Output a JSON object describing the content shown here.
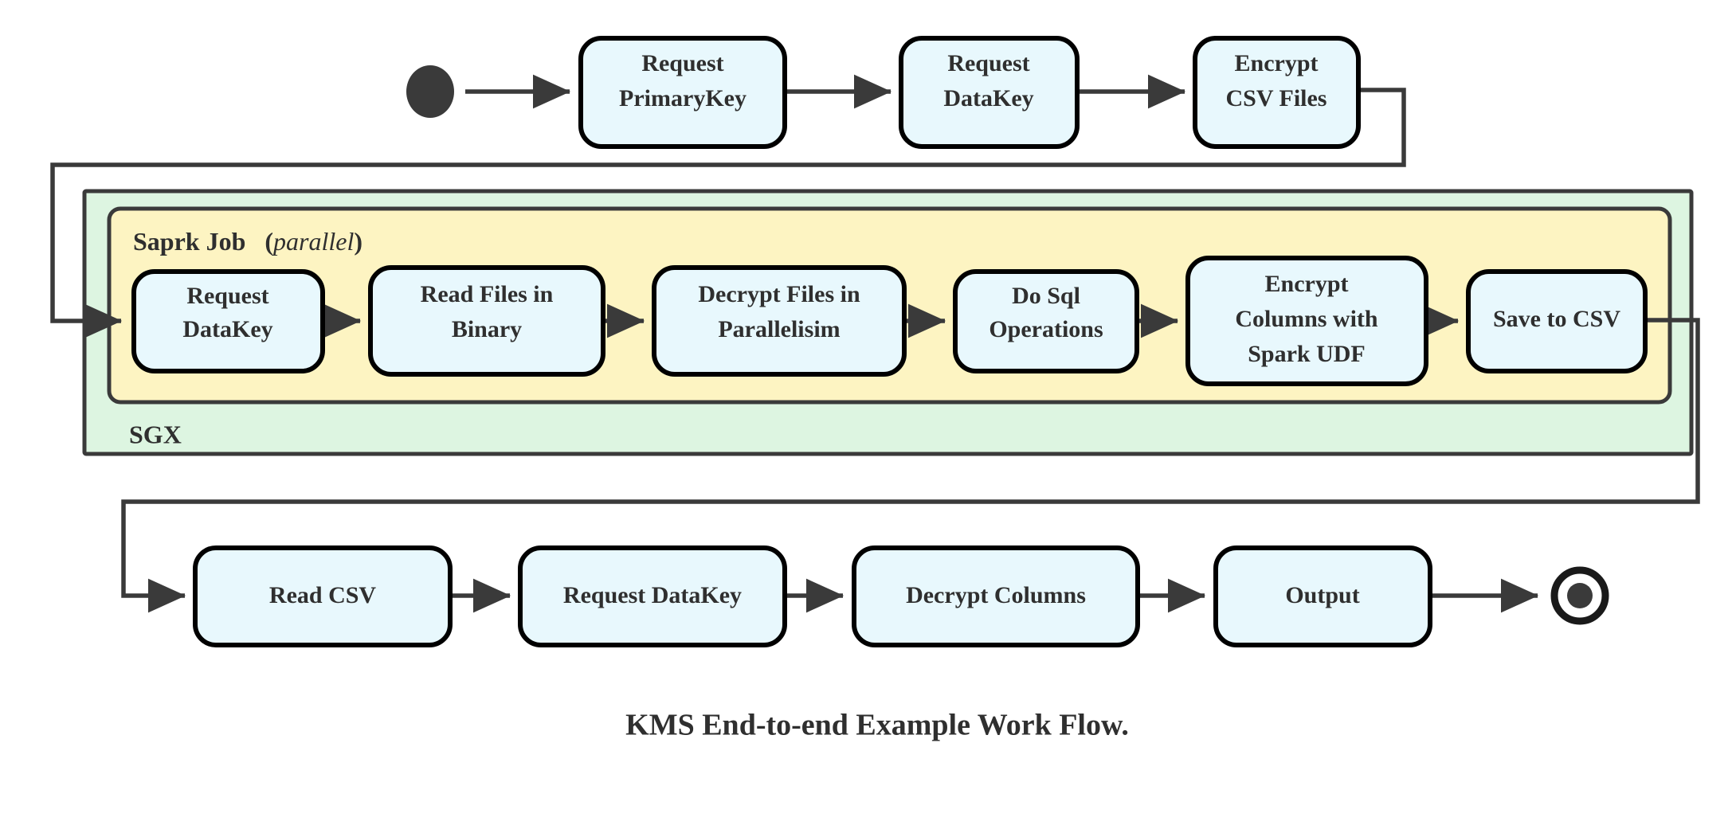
{
  "diagram": {
    "caption": "KMS End-to-end Example Work Flow.",
    "colors": {
      "node_fill": "#e8f8fd",
      "node_stroke": "#000000",
      "outer_group_fill": "#ddf5e1",
      "inner_group_fill": "#fdf4c2",
      "group_stroke": "#3a3a3a",
      "connector": "#3a3a3a",
      "text": "#2f2f2f",
      "background": "#ffffff"
    },
    "start_node": {
      "name": "start-state",
      "shape": "filled-circle"
    },
    "end_node": {
      "name": "end-state",
      "shape": "donut-circle"
    },
    "groups": [
      {
        "id": "sgx",
        "label": "SGX",
        "label_position": "bottom-left",
        "fill": "#ddf5e1"
      },
      {
        "id": "spark-job",
        "label": "Saprk Job",
        "label_suffix_open": "(",
        "label_italic": "parallel",
        "label_suffix_close": ")",
        "label_position": "top-left",
        "fill": "#fdf4c2"
      }
    ],
    "rows": [
      {
        "id": "row-top",
        "nodes": [
          {
            "id": "request-primarykey",
            "lines": [
              "Request",
              "PrimaryKey"
            ]
          },
          {
            "id": "request-datakey-top",
            "lines": [
              "Request",
              "DataKey"
            ]
          },
          {
            "id": "encrypt-csv-files",
            "lines": [
              "Encrypt",
              "CSV Files"
            ]
          }
        ]
      },
      {
        "id": "row-spark",
        "nodes": [
          {
            "id": "request-datakey-spark",
            "lines": [
              "Request",
              "DataKey"
            ]
          },
          {
            "id": "read-files-in-binary",
            "lines": [
              "Read Files in",
              "Binary"
            ]
          },
          {
            "id": "decrypt-files-in-parallelisim",
            "lines": [
              "Decrypt Files in",
              "Parallelisim"
            ]
          },
          {
            "id": "do-sql-operations",
            "lines": [
              "Do Sql",
              "Operations"
            ]
          },
          {
            "id": "encrypt-columns-with-spark-udf",
            "lines": [
              "Encrypt",
              "Columns with",
              "Spark UDF"
            ]
          },
          {
            "id": "save-to-csv",
            "lines": [
              "Save to CSV"
            ]
          }
        ]
      },
      {
        "id": "row-bottom",
        "nodes": [
          {
            "id": "read-csv",
            "lines": [
              "Read CSV"
            ]
          },
          {
            "id": "request-datakey-bottom",
            "lines": [
              "Request DataKey"
            ]
          },
          {
            "id": "decrypt-columns",
            "lines": [
              "Decrypt Columns"
            ]
          },
          {
            "id": "output",
            "lines": [
              "Output"
            ]
          }
        ]
      }
    ],
    "edges": [
      {
        "from": "start-state",
        "to": "request-primarykey",
        "type": "straight"
      },
      {
        "from": "request-primarykey",
        "to": "request-datakey-top",
        "type": "straight"
      },
      {
        "from": "request-datakey-top",
        "to": "encrypt-csv-files",
        "type": "straight"
      },
      {
        "from": "encrypt-csv-files",
        "to": "request-datakey-spark",
        "type": "orthogonal-wrap-left"
      },
      {
        "from": "request-datakey-spark",
        "to": "read-files-in-binary",
        "type": "straight"
      },
      {
        "from": "read-files-in-binary",
        "to": "decrypt-files-in-parallelisim",
        "type": "straight"
      },
      {
        "from": "decrypt-files-in-parallelisim",
        "to": "do-sql-operations",
        "type": "straight"
      },
      {
        "from": "do-sql-operations",
        "to": "encrypt-columns-with-spark-udf",
        "type": "straight"
      },
      {
        "from": "encrypt-columns-with-spark-udf",
        "to": "save-to-csv",
        "type": "straight"
      },
      {
        "from": "save-to-csv",
        "to": "read-csv",
        "type": "orthogonal-wrap-right"
      },
      {
        "from": "read-csv",
        "to": "request-datakey-bottom",
        "type": "straight"
      },
      {
        "from": "request-datakey-bottom",
        "to": "decrypt-columns",
        "type": "straight"
      },
      {
        "from": "decrypt-columns",
        "to": "output",
        "type": "straight"
      },
      {
        "from": "output",
        "to": "end-state",
        "type": "straight"
      }
    ]
  }
}
